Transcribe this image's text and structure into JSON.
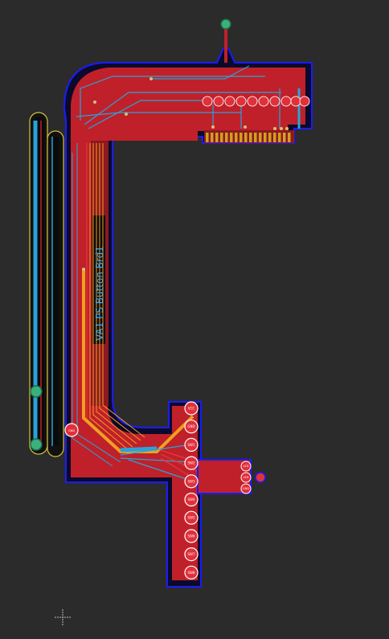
{
  "board": {
    "silk_title": "VA1 PS Button Brd1",
    "colors": {
      "background": "#2b2b2b",
      "copper_top": "#c0202a",
      "copper_top_dark": "#8e1820",
      "edge_outline": "#d4c23a",
      "keepout": "#1b1bff",
      "trace_blue": "#2aa3d8",
      "trace_orange": "#f0a020",
      "trace_red": "#e83a3a",
      "pad_green": "#3ab07a",
      "gold_finger": "#d0a020",
      "silk": "#44aaee"
    }
  },
  "pads": {
    "right_column_labels": [
      "VCC",
      "GND",
      "SW1",
      "SW2",
      "SW3",
      "SW4",
      "SW5",
      "SW6",
      "SW7",
      "SW8"
    ],
    "side_labels": [
      "LED",
      "LED",
      "GND"
    ],
    "left_pad_label": "GND"
  },
  "cursor": {
    "icon": "crosshair-icon"
  }
}
